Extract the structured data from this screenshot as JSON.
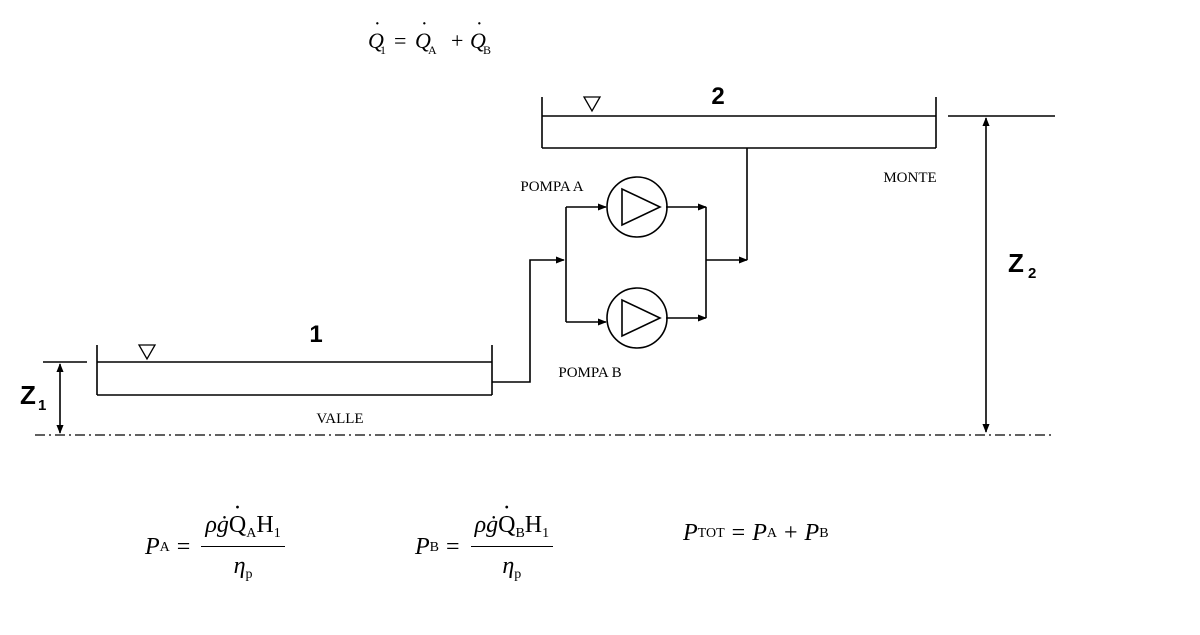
{
  "equation_top": {
    "lhs": "Q",
    "lhs_sub": "1",
    "eq": "=",
    "t1": "Q",
    "t1_sub": "A",
    "plus": "+",
    "t2": "Q",
    "t2_sub": "B"
  },
  "labels": {
    "reservoir_1": "1",
    "reservoir_2": "2",
    "valle": "VALLE",
    "monte": "MONTE",
    "pompa_a": "POMPA A",
    "pompa_b": "POMPA B",
    "z1": "Z",
    "z1_sub": "1",
    "z2": "Z",
    "z2_sub": "2"
  },
  "formula_pa": {
    "lhs": "P",
    "lhs_sub": "A",
    "eq": "=",
    "num_rho_g": "ρġ",
    "num_q": "Q",
    "num_q_sub": "A",
    "num_h": "H",
    "num_h_sub": "1",
    "den": "η",
    "den_sub": "p"
  },
  "formula_pb": {
    "lhs": "P",
    "lhs_sub": "B",
    "eq": "=",
    "num_rho_g": "ρġ",
    "num_q": "Q",
    "num_q_sub": "B",
    "num_h": "H",
    "num_h_sub": "1",
    "den": "η",
    "den_sub": "p"
  },
  "formula_ptot": {
    "lhs": "P",
    "lhs_sub": "TOT",
    "eq": "=",
    "t1": "P",
    "t1_sub": "A",
    "plus": "+",
    "t2": "P",
    "t2_sub": "B"
  }
}
